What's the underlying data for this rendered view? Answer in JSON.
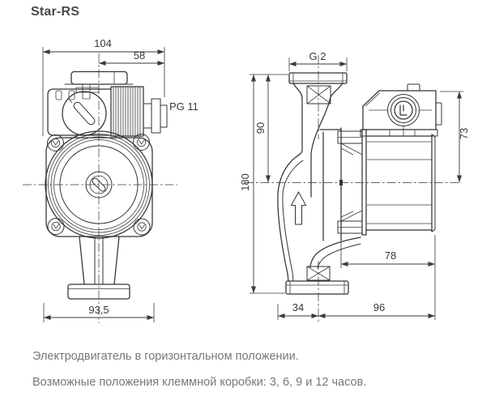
{
  "title": "Star-RS",
  "front_view": {
    "overall_width": "104",
    "motor_width": "58",
    "cable_gland": "PG 11",
    "flange_width": "93,5"
  },
  "side_view": {
    "port_thread": "G 2",
    "center_to_top": "90",
    "total_height": "180",
    "terminal_box_height": "73",
    "motor_length": "78",
    "axis_offset": "34",
    "total_length": "96"
  },
  "notes": {
    "line1": "Электродвигатель в горизонтальном положении.",
    "line2": "Возможные положения клеммной коробки: 3, 6, 9 и 12 часов."
  },
  "colors": {
    "line": "#333333",
    "dimension": "#3a3a3a",
    "title_text": "#4a4a4b",
    "note_text": "#76777a",
    "background": "#ffffff"
  }
}
